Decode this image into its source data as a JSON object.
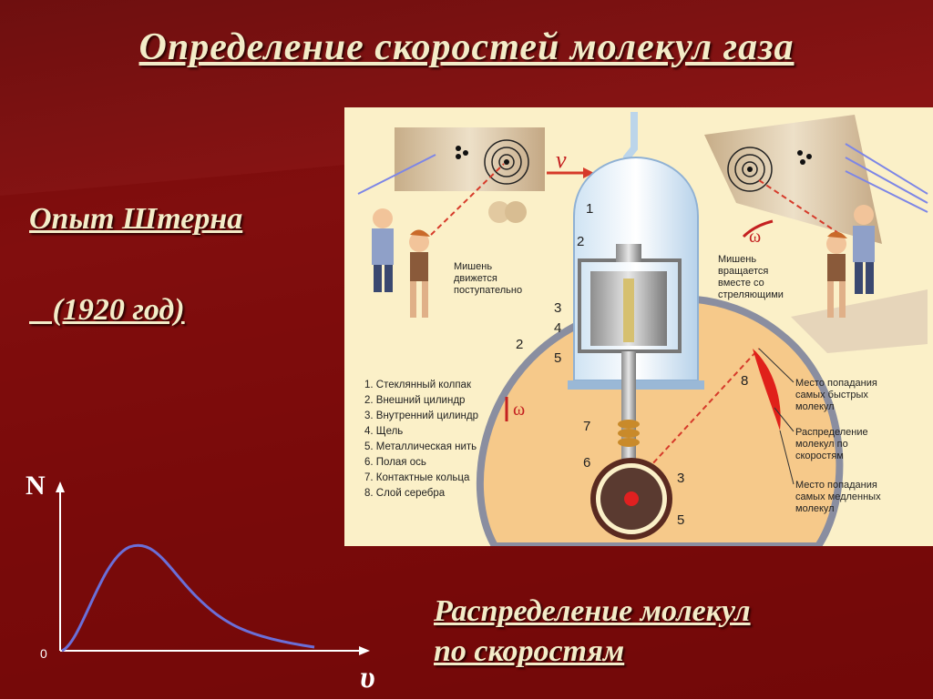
{
  "slide": {
    "title": "Определение скоростей молекул газа",
    "experiment": "Опыт Штерна",
    "year": "   (1920 год)",
    "caption_line1": "Распределение молекул ",
    "caption_line2": "по скоростям"
  },
  "diagram": {
    "velocity_label": "v",
    "omega_label": "ω",
    "left_target_note": [
      "Мишень",
      "движется",
      "поступательно"
    ],
    "right_target_note": [
      "Мишень",
      "вращается",
      "вместе со",
      "стреляющими"
    ],
    "legend": [
      "1. Стеклянный колпак",
      "2. Внешний цилиндр",
      "3. Внутренний цилиндр",
      "4. Щель",
      "5. Металлическая нить",
      "6. Полая ось",
      "7. Контактные кольца",
      "8. Слой серебра"
    ],
    "numbers": [
      "1",
      "2",
      "3",
      "4",
      "5",
      "2",
      "7",
      "6",
      "8",
      "3",
      "5"
    ],
    "right_notes": {
      "fast": [
        "Место попадания",
        "самых быстрых",
        "молекул"
      ],
      "distribution": [
        "Распределение",
        "молекул по",
        "скоростям"
      ],
      "slow": [
        "Место попадания",
        "самых медленных",
        "молекул"
      ]
    }
  },
  "graph": {
    "y_label": "N",
    "x_label": "υ",
    "origin_label": "0"
  },
  "colors": {
    "background": "#7a0d0d",
    "title_text": "#f3ecc8",
    "diagram_bg": "#fbf0c8",
    "curve": "#6b6fd8"
  }
}
